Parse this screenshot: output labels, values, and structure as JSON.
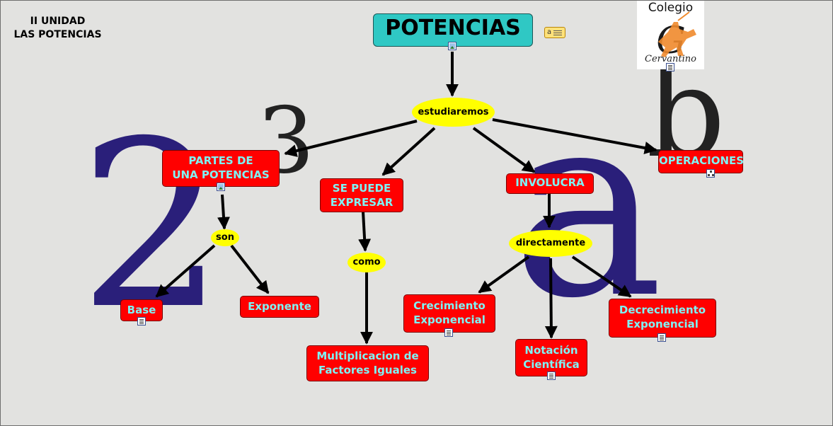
{
  "corner_title": {
    "line1": "II UNIDAD",
    "line2": "LAS POTENCIAS"
  },
  "background_glyphs": {
    "two": "2",
    "three": "3",
    "b": "b",
    "a": "a"
  },
  "logo": {
    "top_text": "Colegio",
    "bottom_text": "Cervantino",
    "monogram": "G"
  },
  "root": {
    "label": "POTENCIAS"
  },
  "links": {
    "estudiaremos": "estudiaremos",
    "son": "son",
    "como": "como",
    "directamente": "directamente"
  },
  "concepts": {
    "partes": {
      "line1": "PARTES DE",
      "line2": "UNA POTENCIAS"
    },
    "expresar": {
      "line1": "SE PUEDE",
      "line2": "EXPRESAR"
    },
    "involucra": "INVOLUCRA",
    "operaciones": "OPERACIONES",
    "base": "Base",
    "exponente": "Exponente",
    "multiplicacion": {
      "line1": "Multiplicacion de",
      "line2": "Factores Iguales"
    },
    "crecimiento": {
      "line1": "Crecimiento",
      "line2": "Exponencial"
    },
    "notacion": {
      "line1": "Notación",
      "line2": "Científica"
    },
    "decrecimiento": {
      "line1": "Decrecimiento",
      "line2": "Exponencial"
    }
  },
  "note_icon_text": "a",
  "colors": {
    "canvas_bg": "#e2e2e0",
    "concept_fill": "#ff0000",
    "concept_text": "#7ff3f5",
    "link_fill": "#ffff00",
    "root_fill": "#2fc8c4",
    "glyph_color": "#2a1f7a",
    "arrow": "#000000"
  },
  "icons": {
    "root": "image-icon",
    "root_note": "note-icon",
    "partes": "image-icon",
    "operaciones": "concept-map-icon",
    "base": "document-icon",
    "crecimiento": "document-icon",
    "notacion": "document-icon",
    "decrecimiento": "document-icon",
    "logo": "document-icon"
  }
}
